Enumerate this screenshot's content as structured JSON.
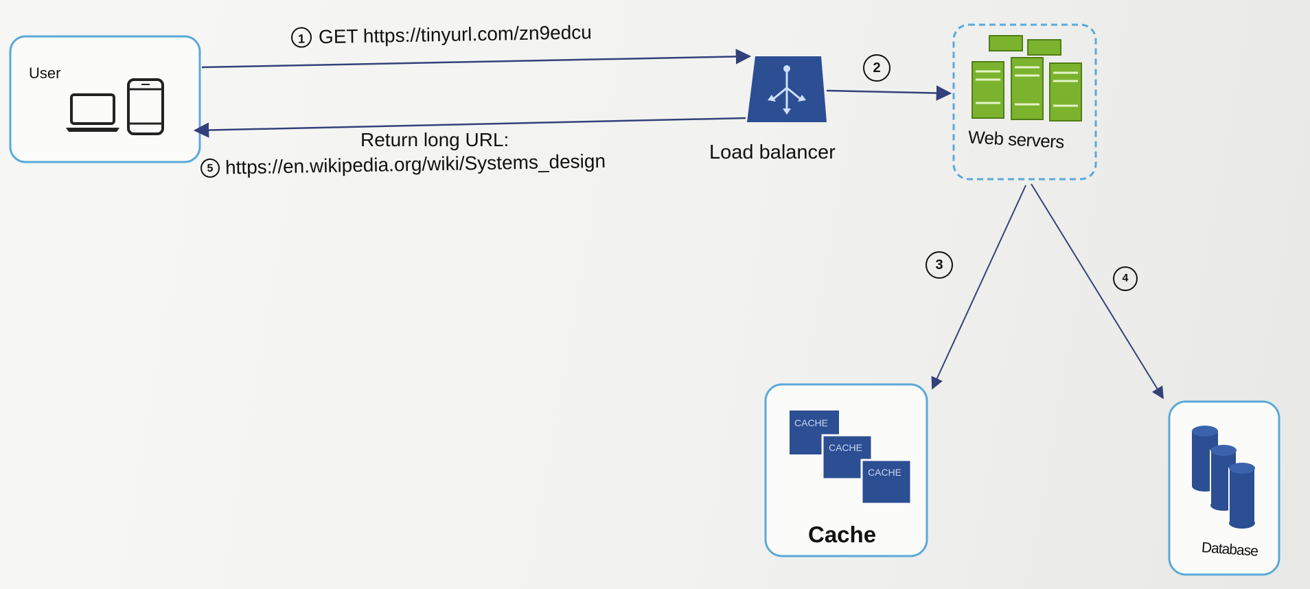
{
  "user_node": {
    "label": "User"
  },
  "load_balancer": {
    "label": "Load balancer"
  },
  "web_servers": {
    "label": "Web servers"
  },
  "cache_node": {
    "label": "Cache",
    "tile_label": "CACHE"
  },
  "database_node": {
    "label": "Database"
  },
  "steps": {
    "s1": {
      "number": "1",
      "text": "GET https://tinyurl.com/zn9edcu"
    },
    "s2": {
      "number": "2"
    },
    "s3": {
      "number": "3"
    },
    "s4": {
      "number": "4"
    },
    "s5": {
      "number": "5",
      "line1": "Return long URL:",
      "line2": "https://en.wikipedia.org/wiki/Systems_design"
    }
  },
  "colors": {
    "node_border": "#5aa9d8",
    "arrow": "#33417a",
    "icon_blue": "#2c4e92",
    "icon_green": "#7bb32e"
  }
}
